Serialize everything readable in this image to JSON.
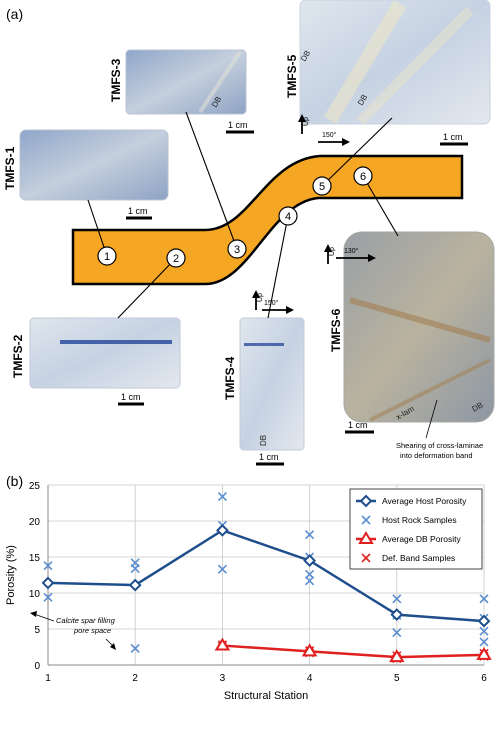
{
  "panel_a": {
    "label": "(a)",
    "samples": [
      {
        "id": "TMFS-1",
        "scale": "1 cm",
        "extra": ""
      },
      {
        "id": "TMFS-2",
        "scale": "1 cm",
        "extra": ""
      },
      {
        "id": "TMFS-3",
        "scale": "1 cm",
        "extra": "DB"
      },
      {
        "id": "TMFS-4",
        "scale": "1 cm",
        "extra": "DB",
        "up": "Up",
        "angle": "150°"
      },
      {
        "id": "TMFS-5",
        "scale": "1 cm",
        "extra": "DB",
        "extra2": "DB",
        "up": "Up",
        "angle": "150°"
      },
      {
        "id": "TMFS-6",
        "scale": "1 cm",
        "extra": "DB",
        "xlam": "x-lam",
        "up": "Up",
        "angle": "130°"
      }
    ],
    "stations": [
      "1",
      "2",
      "3",
      "4",
      "5",
      "6"
    ],
    "shear_note_line1": "Shearing of cross-laminae",
    "shear_note_line2": "into deformation band"
  },
  "panel_b": {
    "label": "(b)",
    "annotation_line1": "Calcite spar filling",
    "annotation_line2": "pore space"
  },
  "colors": {
    "host": "#1f4e8c",
    "host_samples": "#5b8fd0",
    "db": "#e02020",
    "db_samples": "#e02020",
    "layer": "#f5a623"
  },
  "chart_data": {
    "type": "line",
    "xlabel": "Structural Station",
    "ylabel": "Porosity (%)",
    "xlim": [
      1,
      6
    ],
    "ylim": [
      0,
      25
    ],
    "xticks": [
      1,
      2,
      3,
      4,
      5,
      6
    ],
    "yticks": [
      0,
      5,
      10,
      15,
      20,
      25
    ],
    "grid": true,
    "legend_position": "top-right",
    "series": [
      {
        "name": "Average Host Porosity",
        "kind": "line-diamond",
        "x": [
          1,
          2,
          3,
          4,
          5,
          6
        ],
        "y": [
          11.4,
          11.1,
          18.7,
          14.5,
          7.0,
          6.1
        ]
      },
      {
        "name": "Host Rock Samples",
        "kind": "x-marker",
        "points": [
          [
            1,
            13.8
          ],
          [
            1,
            9.4
          ],
          [
            2,
            14.2
          ],
          [
            2,
            13.4
          ],
          [
            2,
            2.3
          ],
          [
            3,
            23.4
          ],
          [
            3,
            19.4
          ],
          [
            3,
            13.3
          ],
          [
            4,
            18.1
          ],
          [
            4,
            15.0
          ],
          [
            4,
            12.6
          ],
          [
            4,
            11.7
          ],
          [
            5,
            9.2
          ],
          [
            5,
            6.9
          ],
          [
            5,
            4.5
          ],
          [
            6,
            9.2
          ],
          [
            6,
            6.5
          ],
          [
            6,
            4.7
          ],
          [
            6,
            3.2
          ],
          [
            6,
            1.6
          ]
        ]
      },
      {
        "name": "Average DB Porosity",
        "kind": "line-triangle",
        "x": [
          3,
          4,
          5,
          6
        ],
        "y": [
          2.7,
          1.9,
          1.1,
          1.4
        ]
      },
      {
        "name": "Def. Band Samples",
        "kind": "x-marker",
        "points": [
          [
            3,
            2.8
          ],
          [
            3,
            2.6
          ],
          [
            4,
            2.0
          ],
          [
            4,
            1.7
          ],
          [
            5,
            1.3
          ],
          [
            5,
            0.9
          ],
          [
            6,
            1.6
          ],
          [
            6,
            1.2
          ]
        ]
      }
    ]
  }
}
